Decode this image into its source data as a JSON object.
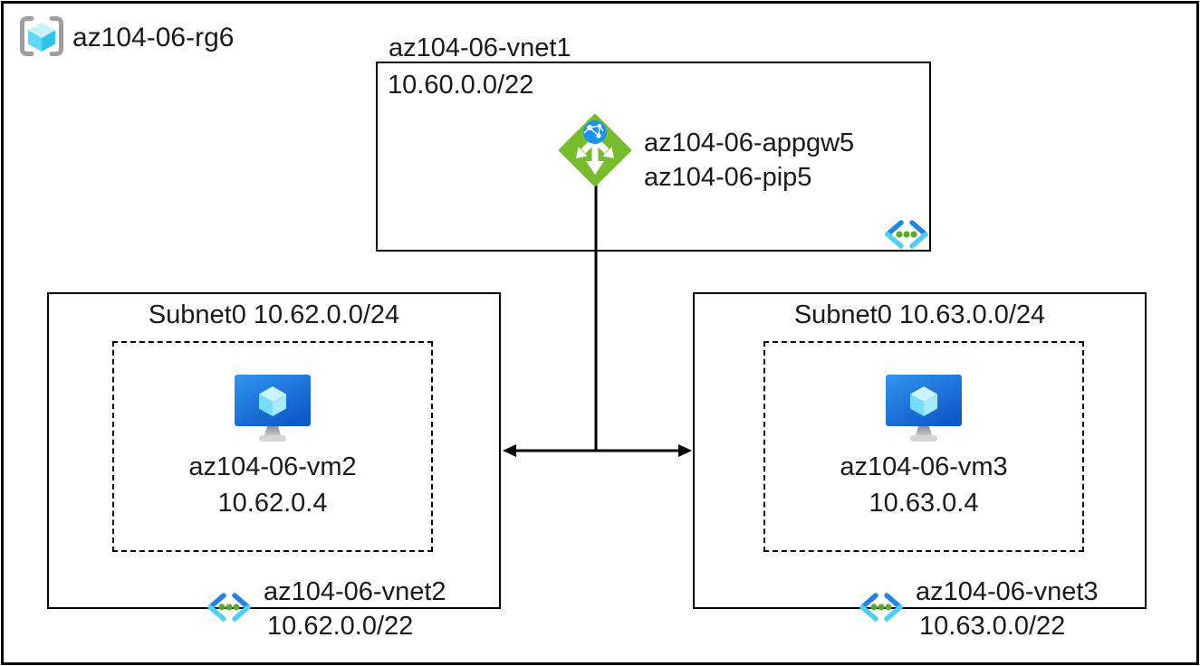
{
  "resource_group": {
    "name": "az104-06-rg6"
  },
  "vnet1": {
    "title": "az104-06-vnet1",
    "cidr": "10.60.0.0/22",
    "app_gateway": {
      "name": "az104-06-appgw5",
      "public_ip": "az104-06-pip5"
    }
  },
  "vnet2": {
    "subnet": "Subnet0 10.62.0.0/24",
    "vm": {
      "name": "az104-06-vm2",
      "ip": "10.62.0.4"
    },
    "title": "az104-06-vnet2",
    "cidr": "10.62.0.0/22"
  },
  "vnet3": {
    "subnet": "Subnet0 10.63.0.0/24",
    "vm": {
      "name": "az104-06-vm3",
      "ip": "10.63.0.4"
    },
    "title": "az104-06-vnet3",
    "cidr": "10.63.0.0/22"
  },
  "icons": {
    "resource_group": "resource-group-icon",
    "application_gateway": "application-gateway-icon",
    "virtual_network": "virtual-network-icon",
    "virtual_machine": "virtual-machine-icon"
  },
  "colors": {
    "appgw_green": "#76BC2D",
    "globe_blue": "#1C93EB",
    "vnet_bracket_dark_blue": "#2584DC",
    "vnet_bracket_light_blue": "#53CEF1",
    "vnet_dot_green": "#5CA92E",
    "vm_screen_blue_top": "#2F96EE",
    "vm_screen_blue_bottom": "#1059C8",
    "cube_light_cyan": "#C9F3FF",
    "rg_bracket_gray": "#9E9E9E",
    "line_black": "#000000"
  }
}
